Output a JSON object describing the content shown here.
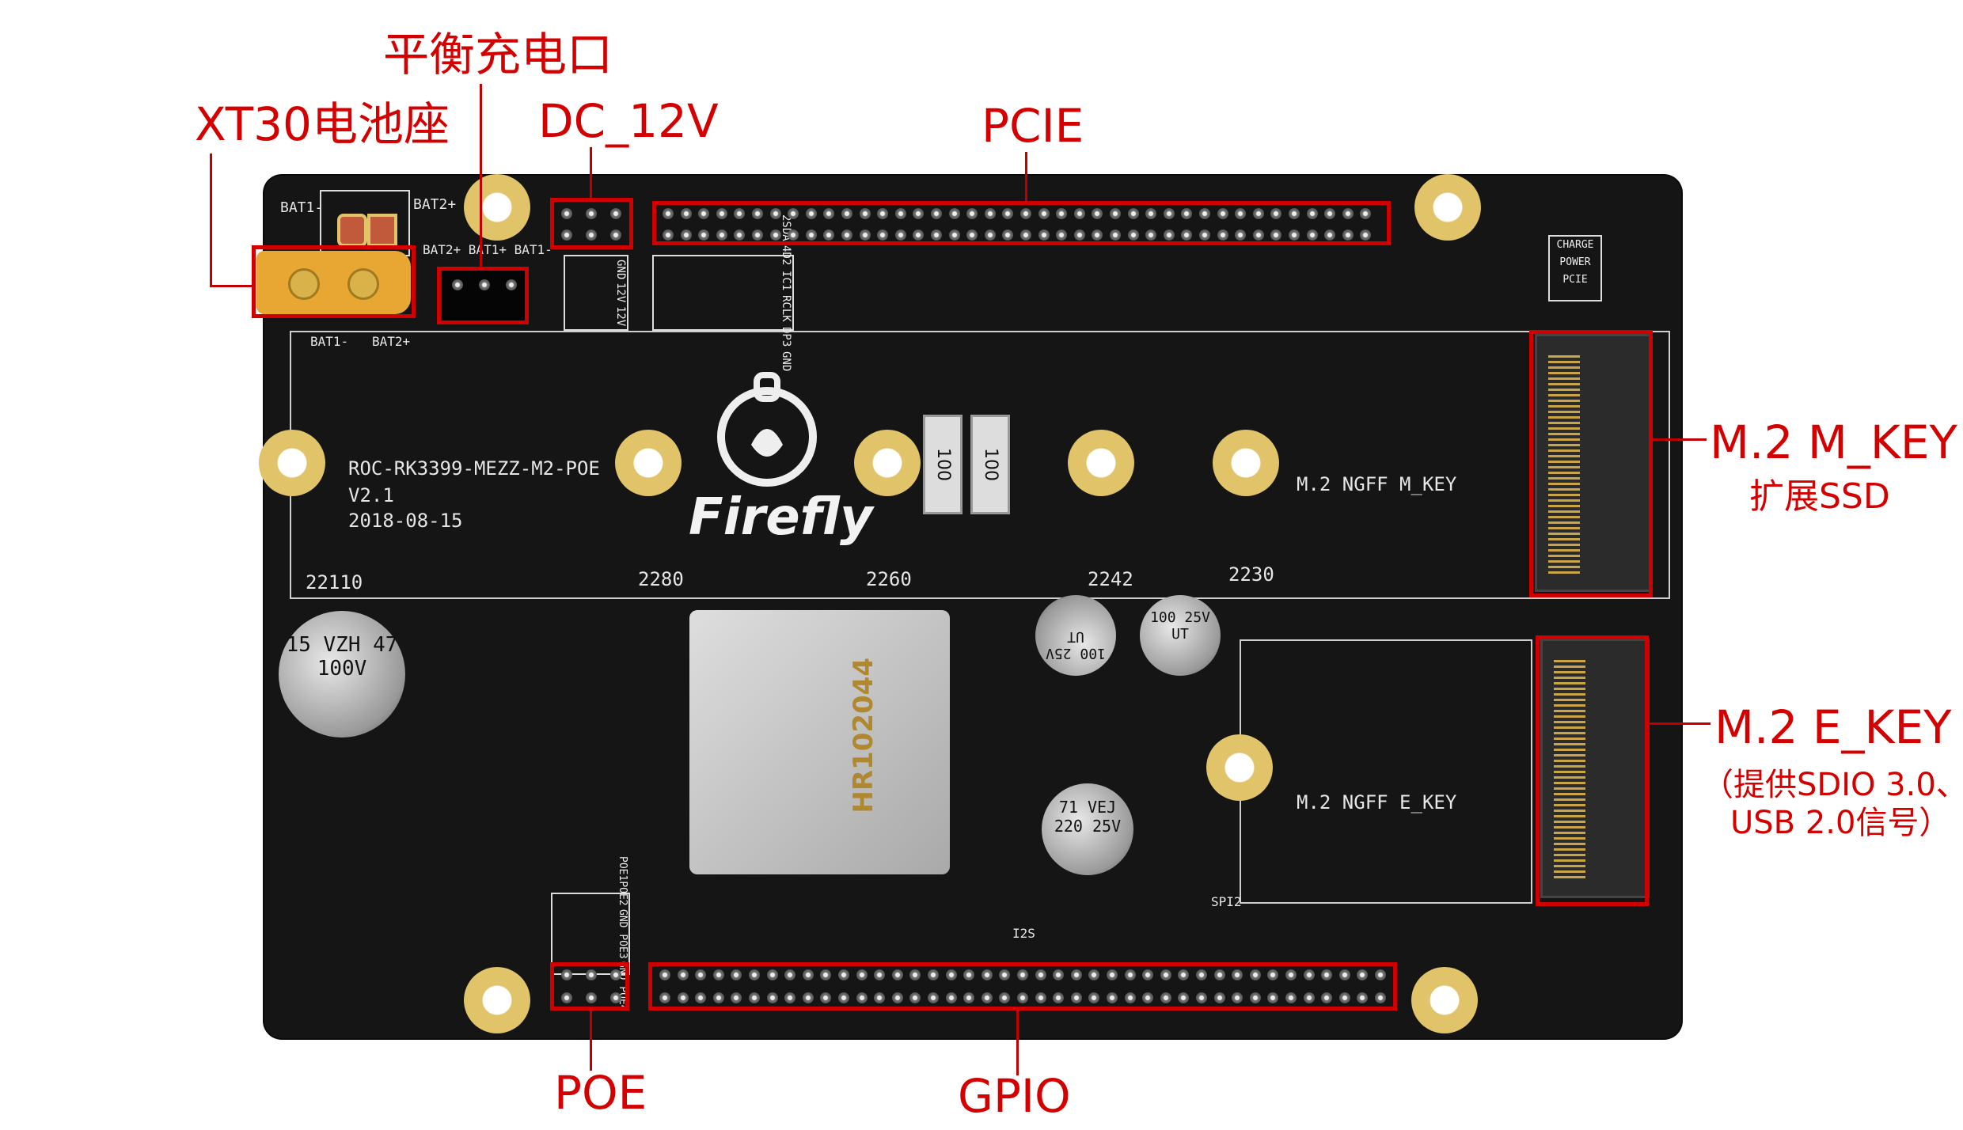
{
  "callouts": {
    "balance_charge": "平衡充电口",
    "xt30": "XT30电池座",
    "dc12v": "DC_12V",
    "pcie": "PCIE",
    "m2_mkey": "M.2 M_KEY",
    "m2_mkey_desc": "扩展SSD",
    "m2_ekey": "M.2 E_KEY",
    "m2_ekey_desc1": "（提供SDIO 3.0、",
    "m2_ekey_desc2": "USB 2.0信号）",
    "poe": "POE",
    "gpio": "GPIO"
  },
  "silkscreen": {
    "model": "ROC-RK3399-MEZZ-M2-POE",
    "version": "V2.1",
    "date": "2018-08-15",
    "brand": "Firefly",
    "sizes": [
      "22110",
      "2280",
      "2260",
      "2242",
      "2230"
    ],
    "mkey_label": "M.2 NGFF M_KEY",
    "ekey_label": "M.2 NGFF E_KEY",
    "bat1_minus": "BAT1-",
    "bat2_plus": "BAT2+",
    "bal_labels": "BAT2+ BAT1+ BAT1-",
    "charge": "CHARGE",
    "power": "POWER",
    "pcie_led": "PCIE",
    "dc_pins": [
      "GND",
      "12V",
      "12V"
    ],
    "pcie_pins": [
      "2SDA",
      "4D2",
      "IC1",
      "RCLK",
      "DP3",
      "GND"
    ],
    "gpio_pins": [
      "POE1",
      "POE2",
      "GND",
      "POE3",
      "POE4"
    ],
    "cap_big": "15 VZH 47 100V",
    "cap_small1": "100 25V UT",
    "cap_small2": "100 25V UT",
    "cap_small3": "71 VEJ 220 25V",
    "transformer": "HR102044",
    "resistor": "100",
    "spi": "SPI2",
    "i2s": "I2S"
  },
  "colors": {
    "accent": "#d40000",
    "board": "#151515",
    "gold": "#e1c46a",
    "xt30": "#e8a732"
  }
}
